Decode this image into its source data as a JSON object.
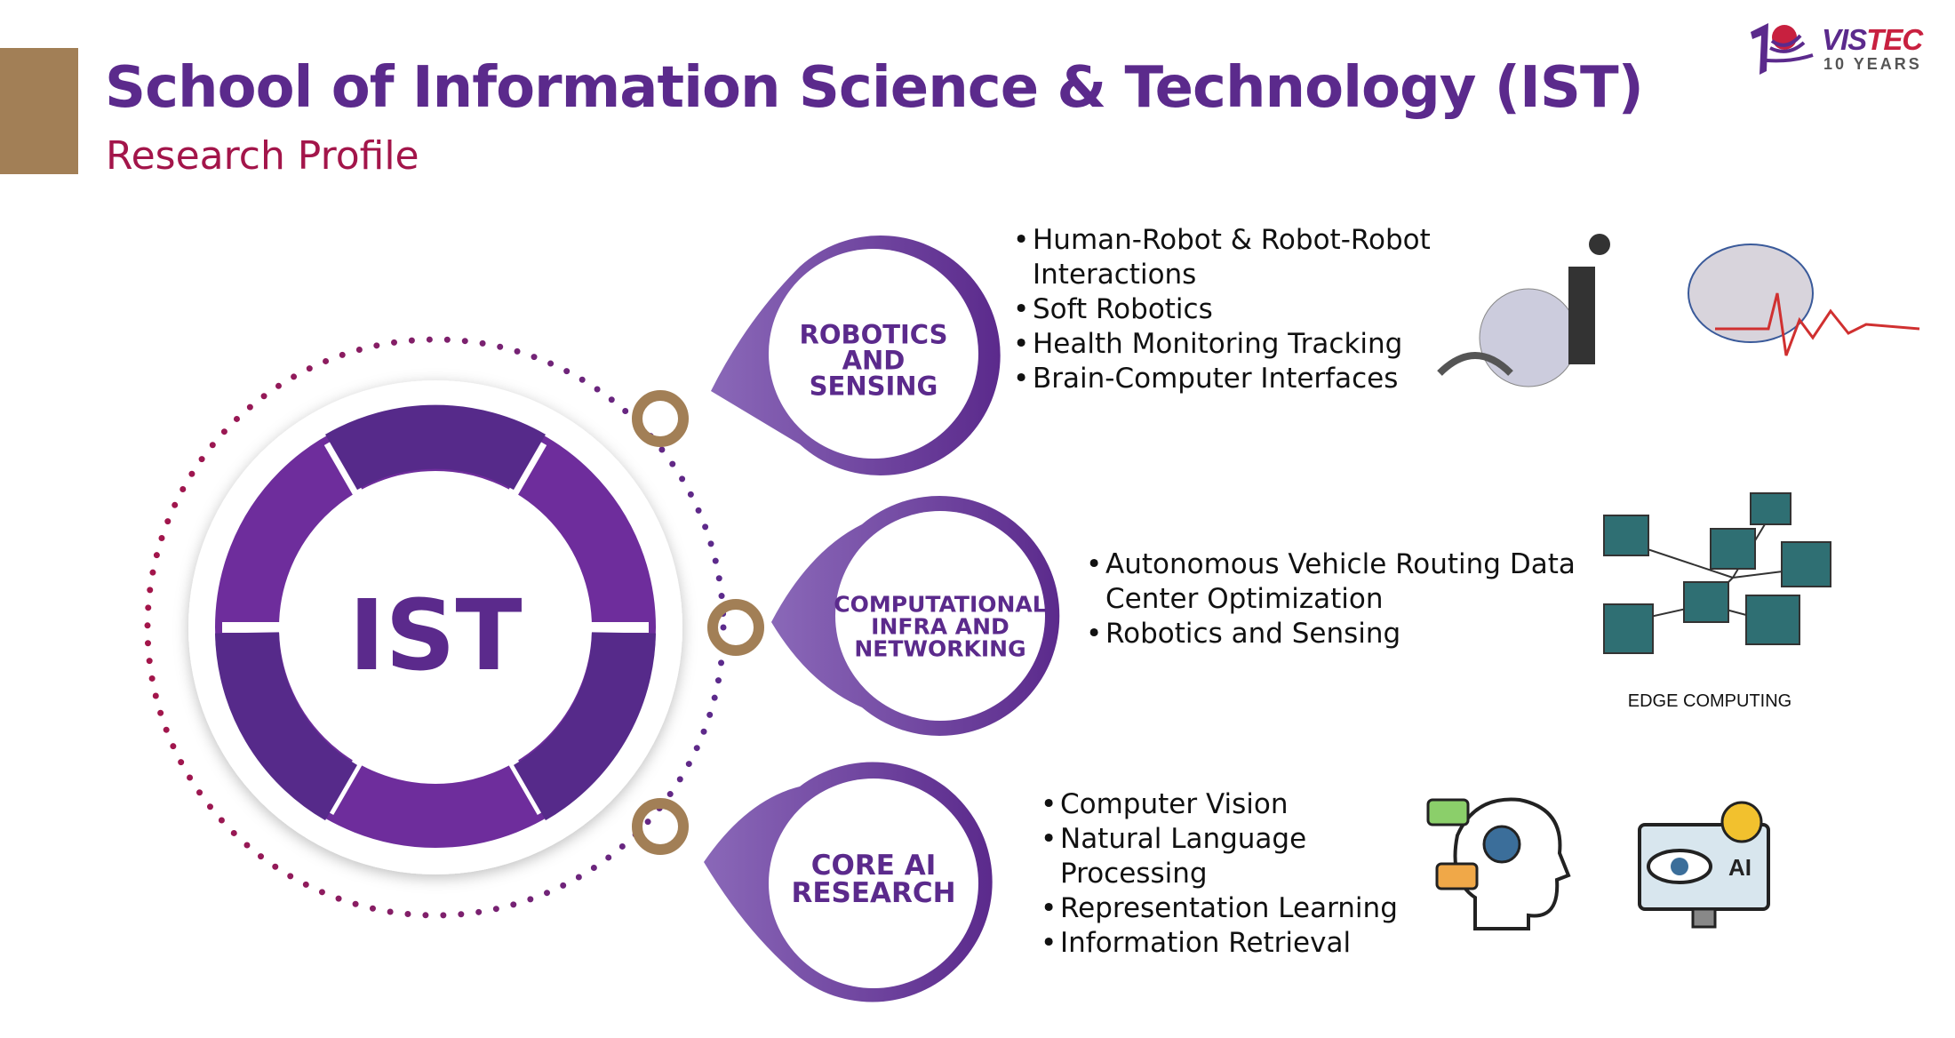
{
  "header": {
    "title": "School of Information Science & Technology (IST)",
    "subtitle": "Research Profile"
  },
  "logo": {
    "brand": "VISTEC",
    "tagline": "10 YEARS"
  },
  "center": {
    "label": "IST"
  },
  "colors": {
    "purple": "#5b2a8c",
    "crimson": "#a3154a",
    "gold": "#a27f56"
  },
  "areas": [
    {
      "label_lines": [
        "ROBOTICS",
        "AND",
        "SENSING"
      ],
      "items": [
        "Human-Robot & Robot-Robot Interactions",
        "Soft Robotics",
        "Health Monitoring Tracking",
        "Brain-Computer Interfaces"
      ]
    },
    {
      "label_lines": [
        "COMPUTATIONAL",
        "INFRA AND",
        "NETWORKING"
      ],
      "items": [
        "Autonomous Vehicle Routing Data Center Optimization",
        "Robotics and Sensing"
      ],
      "image_caption": "EDGE COMPUTING"
    },
    {
      "label_lines": [
        "CORE AI",
        "RESEARCH"
      ],
      "items": [
        "Computer Vision",
        "Natural Language Processing",
        "Representation Learning",
        "Information Retrieval"
      ]
    }
  ],
  "icons": [
    "robots-image",
    "brain-waves-image",
    "edge-computing-network-icon",
    "ai-thinking-head-icon",
    "ai-eye-monitor-icon"
  ]
}
